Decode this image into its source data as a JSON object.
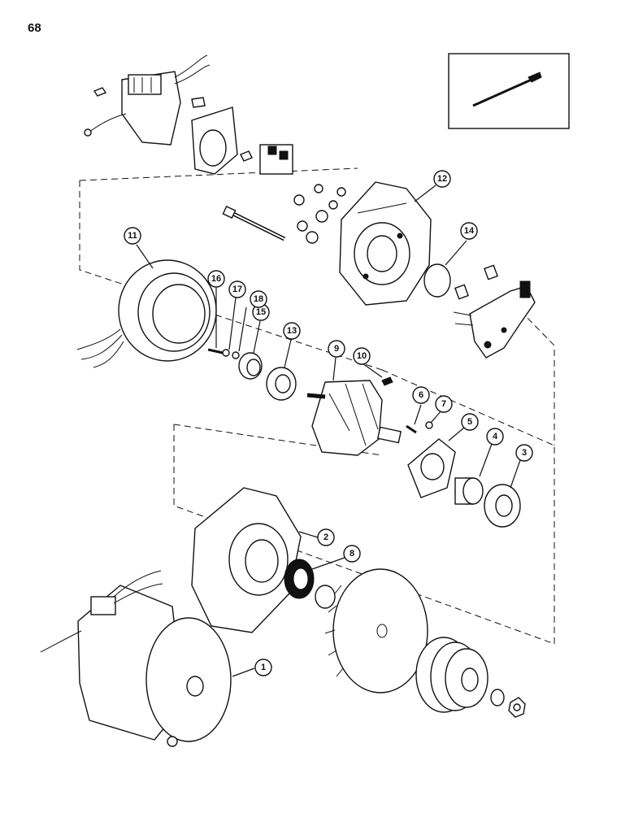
{
  "page": {
    "number": "68"
  },
  "callouts": [
    {
      "id": "1",
      "label": "1"
    },
    {
      "id": "2",
      "label": "2"
    },
    {
      "id": "3",
      "label": "3"
    },
    {
      "id": "4",
      "label": "4"
    },
    {
      "id": "5",
      "label": "5"
    },
    {
      "id": "6",
      "label": "6"
    },
    {
      "id": "7",
      "label": "7"
    },
    {
      "id": "8",
      "label": "8"
    },
    {
      "id": "9",
      "label": "9"
    },
    {
      "id": "10",
      "label": "10"
    },
    {
      "id": "11",
      "label": "11"
    },
    {
      "id": "12",
      "label": "12"
    },
    {
      "id": "13",
      "label": "13"
    },
    {
      "id": "14",
      "label": "14"
    },
    {
      "id": "15",
      "label": "15"
    },
    {
      "id": "16",
      "label": "16"
    },
    {
      "id": "17",
      "label": "17"
    },
    {
      "id": "18",
      "label": "18"
    }
  ]
}
